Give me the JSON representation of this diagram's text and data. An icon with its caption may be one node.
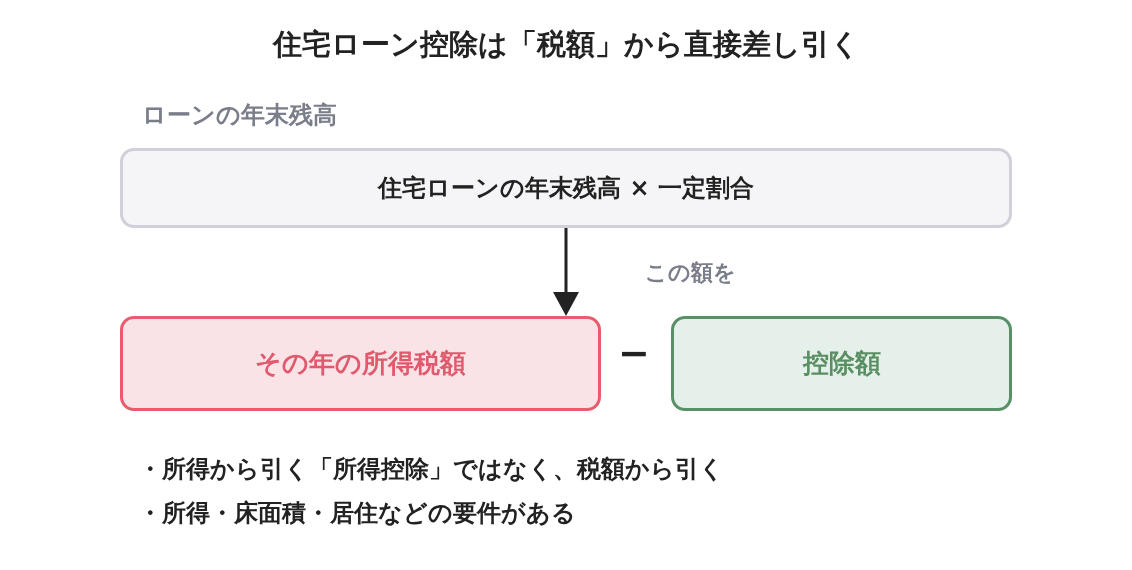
{
  "diagram": {
    "title": "住宅ローン控除は「税額」から直接差し引く",
    "nodes": [
      {
        "text": [
          "ローンの年末残高",
          "住宅ローンの年末残高 × 一定割合"
        ]
      },
      {
        "text": [
          "その年の所得税額"
        ]
      },
      {
        "text": [
          "控除額"
        ]
      }
    ],
    "edges": [
      {
        "from": 0,
        "to": 1,
        "arrow": "to",
        "label": "この額を"
      }
    ],
    "labels": [
      "−",
      "・所得から引く「所得控除」ではなく、税額から引く",
      "・所得・床面積・居住などの要件がある"
    ]
  }
}
